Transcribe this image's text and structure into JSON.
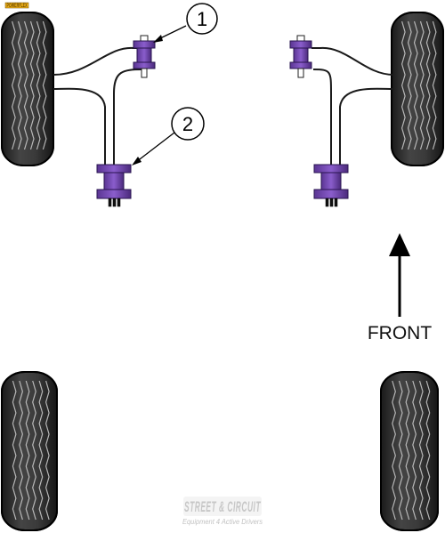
{
  "logo": {
    "text": "POWERFLEX"
  },
  "callouts": [
    {
      "number": "1"
    },
    {
      "number": "2"
    }
  ],
  "direction_label": "FRONT",
  "watermark": {
    "line1": "STREET & CIRCUIT",
    "line2": "Equipment 4 Active Drivers"
  },
  "colors": {
    "bush": "#7b4fb8",
    "bush_dark": "#3f2468",
    "tyre": "#2b2b2b",
    "tyre_dark": "#111111",
    "stroke": "#1a1a1a",
    "logo_bg": "#f2b31a"
  }
}
